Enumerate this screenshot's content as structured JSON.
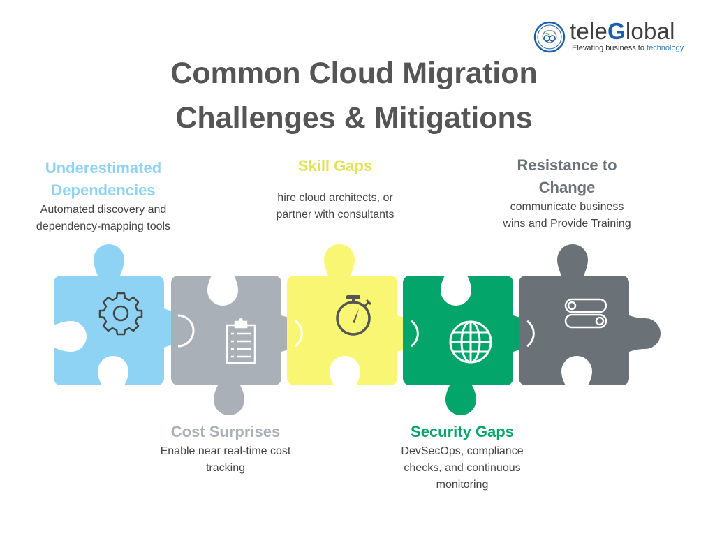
{
  "brand": {
    "name_prefix": "tele",
    "name_accent": "G",
    "name_suffix": "lobal",
    "tagline_prefix": "Elevating business to ",
    "tagline_accent": "technology"
  },
  "title": {
    "line1": "Common Cloud Migration",
    "line2": "Challenges & Mitigations"
  },
  "challenges": [
    {
      "heading_line1": "Underestimated",
      "heading_line2": "Dependencies",
      "desc_line1": "Automated discovery and",
      "desc_line2": "dependency-mapping tools",
      "color": "#8fd3f4",
      "icon": "gear-icon"
    },
    {
      "heading_line1": "Cost Surprises",
      "desc_line1": "Enable near real-time cost",
      "desc_line2": "tracking",
      "color": "#a9b0b8",
      "icon": "clipboard-checklist-icon"
    },
    {
      "heading_line1": "Skill Gaps",
      "desc_line1": "hire cloud architects, or",
      "desc_line2": "partner with consultants",
      "color": "#f8f672",
      "heading_color": "#e4e25a",
      "icon": "stopwatch-icon"
    },
    {
      "heading_line1": "Security Gaps",
      "desc_line1": "DevSecOps, compliance",
      "desc_line2": "checks, and continuous",
      "desc_line3": "monitoring",
      "color": "#03a56b",
      "icon": "globe-icon"
    },
    {
      "heading_line1": "Resistance to",
      "heading_line2": "Change",
      "desc_line1": "communicate business",
      "desc_line2": "wins and Provide Training",
      "color": "#6a7177",
      "icon": "toggle-switches-icon"
    }
  ],
  "colors": {
    "title": "#555555",
    "description": "#444444",
    "brand_accent": "#1a5fa8"
  }
}
